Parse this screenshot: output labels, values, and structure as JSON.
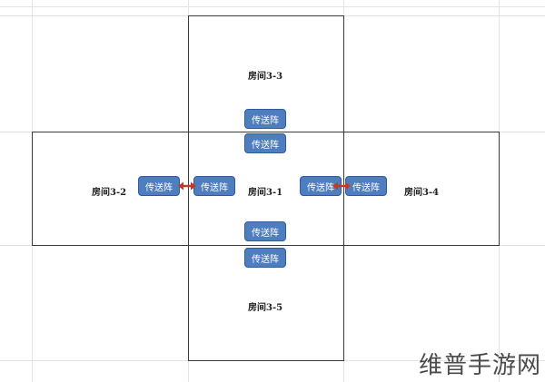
{
  "rooms": {
    "top": "房间3-3",
    "left": "房间3-2",
    "center": "房间3-1",
    "right": "房间3-4",
    "bottom": "房间3-5"
  },
  "portals": {
    "top_upper": "传送阵",
    "top_lower": "传送阵",
    "left_outer": "传送阵",
    "left_inner": "传送阵",
    "right_inner": "传送阵",
    "right_outer": "传送阵",
    "bottom_upper": "传送阵",
    "bottom_lower": "传送阵"
  },
  "colors": {
    "portal_fill": "#4f7ec0",
    "arrow": "#c0392b",
    "room_border": "#3a3a3a"
  },
  "watermark": "维普手游网"
}
